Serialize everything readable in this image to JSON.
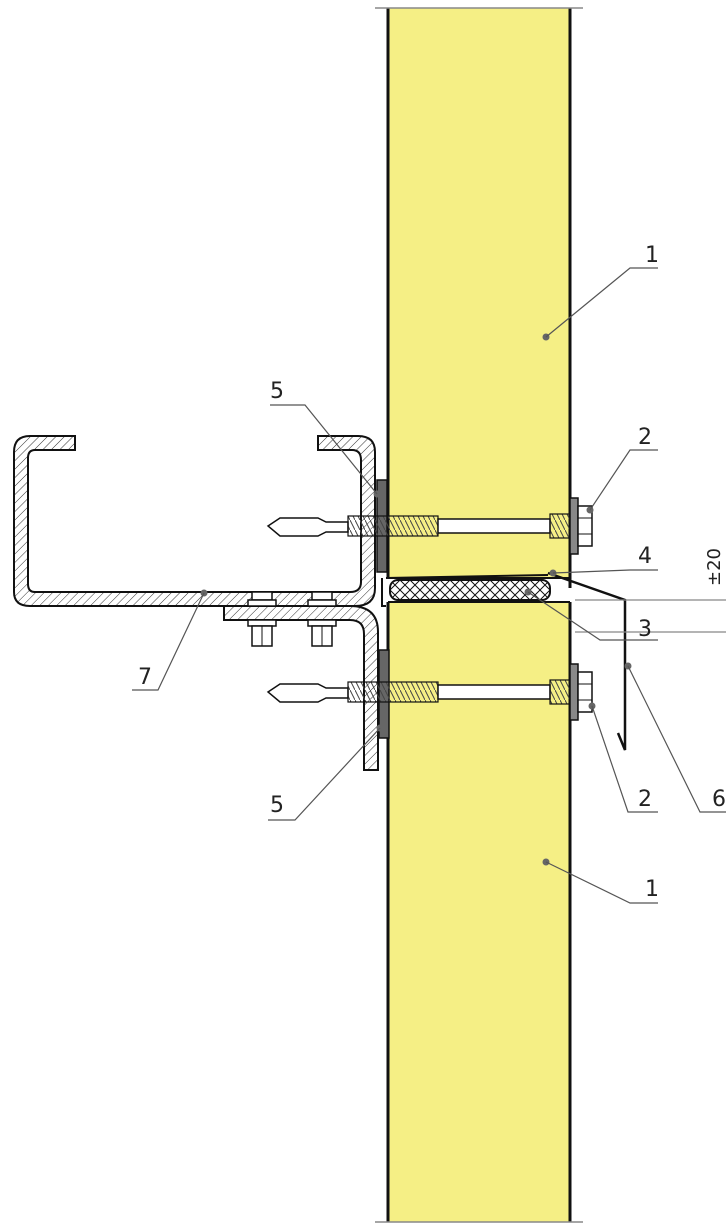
{
  "colors": {
    "panel_fill": "#f5ef85",
    "outline": "#111111",
    "leader": "#555555",
    "gasket": "#666666",
    "background": "#ffffff"
  },
  "callouts": [
    {
      "id": "panel-upper",
      "label": "1"
    },
    {
      "id": "screw-upper",
      "label": "2"
    },
    {
      "id": "sealing-tape",
      "label": "3"
    },
    {
      "id": "joint-seal",
      "label": "4"
    },
    {
      "id": "gasket-upper",
      "label": "5"
    },
    {
      "id": "gasket-lower",
      "label": "5"
    },
    {
      "id": "screw-lower",
      "label": "2"
    },
    {
      "id": "flashing",
      "label": "6"
    },
    {
      "id": "panel-lower",
      "label": "1"
    },
    {
      "id": "girt",
      "label": "7"
    }
  ],
  "dimension": {
    "label": "±20"
  }
}
